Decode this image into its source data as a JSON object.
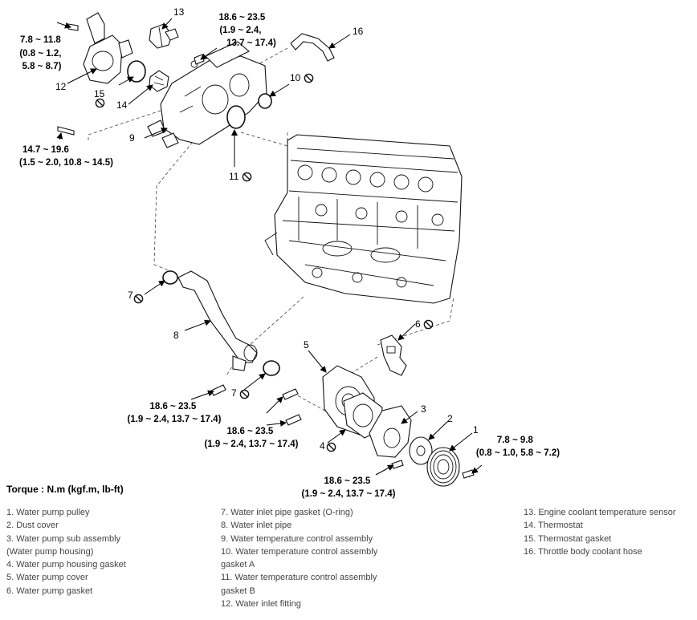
{
  "torque_specs": {
    "t_top_left": [
      "7.8 ~ 11.8",
      "(0.8 ~ 1.2,",
      "5.8 ~ 8.7)"
    ],
    "t_top_center": [
      "18.6 ~ 23.5",
      "(1.9 ~ 2.4,",
      "13.7 ~ 17.4)"
    ],
    "t_left_mid": [
      "14.7 ~ 19.6",
      "(1.5 ~ 2.0, 10.8 ~ 14.5)"
    ],
    "t_inlet_pipe": [
      "18.6 ~ 23.5",
      "(1.9 ~ 2.4, 13.7 ~ 17.4)"
    ],
    "t_pump_cover": [
      "18.6 ~ 23.5",
      "(1.9 ~ 2.4, 13.7 ~ 17.4)"
    ],
    "t_sub_assembly": [
      "18.6 ~ 23.5",
      "(1.9 ~ 2.4, 13.7 ~ 17.4)"
    ],
    "t_pulley": [
      "7.8 ~ 9.8",
      "(0.8 ~ 1.0, 5.8 ~ 7.2)"
    ]
  },
  "callouts": {
    "c1": "1",
    "c2": "2",
    "c3": "3",
    "c4": "4",
    "c5": "5",
    "c6": "6",
    "c7": "7",
    "c8": "8",
    "c9": "9",
    "c10": "10",
    "c11": "11",
    "c12": "12",
    "c13": "13",
    "c14": "14",
    "c15": "15",
    "c16": "16"
  },
  "torque_title": "Torque : N.m (kgf.m, lb-ft)",
  "legend": {
    "col1": [
      "1. Water pump pulley",
      "2. Dust cover",
      "3. Water pump sub assembly",
      "(Water pump housing)",
      "4. Water pump housing gasket",
      "5. Water pump cover",
      "6. Water pump gasket"
    ],
    "col2": [
      "7. Water inlet pipe gasket (O-ring)",
      "8. Water inlet pipe",
      "9. Water temperature control assembly",
      "10. Water temperature control assembly",
      "gasket A",
      "11. Water temperature control assembly",
      "gasket B",
      "12. Water inlet fitting"
    ],
    "col3": [
      "13. Engine coolant temperature sensor",
      "14. Thermostat",
      "15. Thermostat gasket",
      "16. Throttle body coolant hose"
    ]
  }
}
